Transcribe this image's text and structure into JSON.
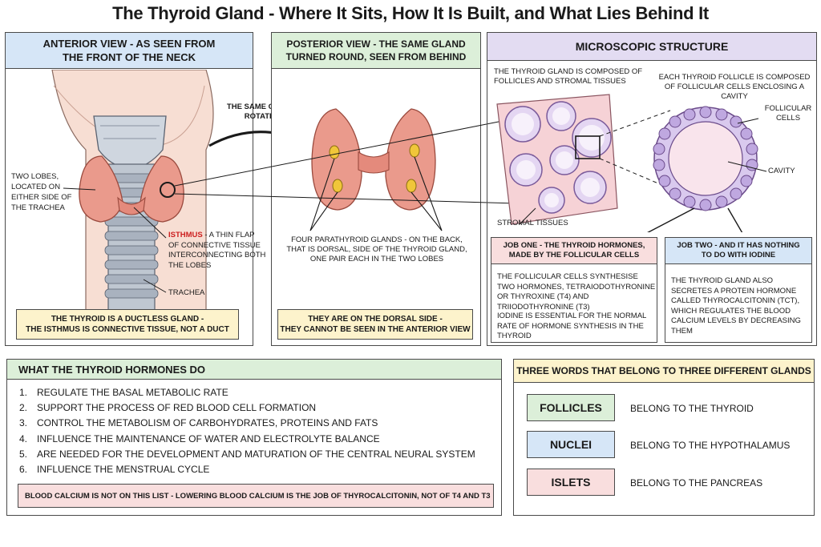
{
  "title": "The Thyroid Gland - Where It Sits, How It Is Built, and What Lies Behind It",
  "anterior": {
    "header_line1": "ANTERIOR VIEW - AS SEEN FROM",
    "header_line2": "THE FRONT OF THE NECK",
    "lobes_label": "TWO LOBES, LOCATED ON EITHER SIDE OF THE TRACHEA",
    "isthmus_term": "ISTHMUS",
    "isthmus_desc": " - A THIN FLAP OF CONNECTIVE TISSUE INTERCONNECTING BOTH THE LOBES",
    "trachea_label": "TRACHEA",
    "note_line1": "THE THYROID IS A DUCTLESS GLAND -",
    "note_line2": "THE ISTHMUS IS CONNECTIVE TISSUE, NOT A DUCT"
  },
  "rotate_label_line1": "THE SAME GLAND,",
  "rotate_label_line2": "ROTATED",
  "posterior": {
    "header_line1": "POSTERIOR VIEW - THE SAME GLAND",
    "header_line2": "TURNED ROUND, SEEN FROM BEHIND",
    "parathyroid_label": "FOUR PARATHYROID GLANDS - ON THE BACK, THAT IS DORSAL, SIDE OF THE THYROID GLAND, ONE PAIR EACH IN THE TWO LOBES",
    "note_line1": "THEY ARE ON THE DORSAL SIDE -",
    "note_line2": "THEY CANNOT BE SEEN IN THE ANTERIOR VIEW"
  },
  "micro": {
    "header": "MICROSCOPIC STRUCTURE",
    "composed": "THE THYROID GLAND IS COMPOSED OF FOLLICLES AND STROMAL TISSUES",
    "follicle_desc": "EACH THYROID FOLLICLE IS COMPOSED OF FOLLICULAR CELLS ENCLOSING A CAVITY",
    "follicular_cells_line1": "FOLLICULAR",
    "follicular_cells_line2": "CELLS",
    "cavity": "CAVITY",
    "stromal": "STROMAL TISSUES",
    "job1_title_line1": "JOB ONE - THE THYROID HORMONES,",
    "job1_title_line2": "MADE BY THE FOLLICULAR CELLS",
    "job1_text1": "THE FOLLICULAR CELLS SYNTHESISE TWO HORMONES, TETRAIODOTHYRONINE OR THYROXINE (T4) AND TRIIODOTHYRONINE (T3)",
    "job1_text2": "IODINE IS ESSENTIAL FOR THE NORMAL RATE OF HORMONE SYNTHESIS IN THE THYROID",
    "job2_title_line1": "JOB TWO - AND IT HAS NOTHING",
    "job2_title_line2": "TO DO WITH IODINE",
    "job2_text": "THE THYROID GLAND ALSO SECRETES A PROTEIN HORMONE CALLED THYROCALCITONIN (TCT), WHICH REGULATES THE BLOOD CALCIUM LEVELS BY DECREASING THEM"
  },
  "hormones": {
    "header": "WHAT THE THYROID HORMONES DO",
    "items": [
      {
        "n": "1.",
        "text": "REGULATE THE BASAL METABOLIC RATE"
      },
      {
        "n": "2.",
        "text": "SUPPORT THE PROCESS OF RED BLOOD CELL FORMATION"
      },
      {
        "n": "3.",
        "text": "CONTROL THE METABOLISM OF CARBOHYDRATES, PROTEINS AND FATS"
      },
      {
        "n": "4.",
        "text": "INFLUENCE THE MAINTENANCE OF WATER AND ELECTROLYTE BALANCE"
      },
      {
        "n": "5.",
        "text": "ARE NEEDED FOR THE DEVELOPMENT AND MATURATION OF THE CENTRAL NEURAL SYSTEM"
      },
      {
        "n": "6.",
        "text": "INFLUENCE THE MENSTRUAL CYCLE"
      }
    ],
    "note": "BLOOD CALCIUM IS NOT ON THIS LIST - LOWERING BLOOD CALCIUM IS THE JOB OF THYROCALCITONIN, NOT OF T4 AND T3"
  },
  "words": {
    "header": "THREE WORDS THAT BELONG TO THREE DIFFERENT GLANDS",
    "items": [
      {
        "word": "FOLLICLES",
        "desc": "BELONG TO THE THYROID",
        "color": "#dcefd9"
      },
      {
        "word": "NUCLEI",
        "desc": "BELONG TO THE HYPOTHALAMUS",
        "color": "#d6e6f7"
      },
      {
        "word": "ISLETS",
        "desc": "BELONG TO THE PANCREAS",
        "color": "#f9dede"
      }
    ]
  },
  "colors": {
    "anterior_header": "#d6e6f7",
    "posterior_header": "#dcefd9",
    "micro_header": "#e3dcf2",
    "hormones_header": "#dcefd9",
    "words_header": "#fdf3cc",
    "note_yellow": "#fdf3cc",
    "job1_header": "#f9dede",
    "job2_header": "#d6e6f7",
    "isthmus_red": "#cc1f1f",
    "gland": "#ea9a8c"
  }
}
